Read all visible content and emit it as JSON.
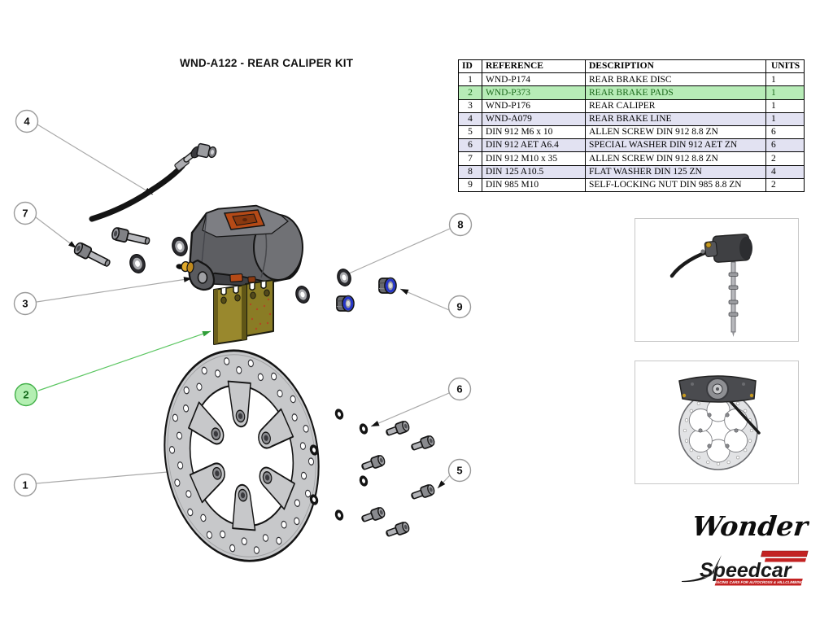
{
  "title": "WND-A122 - REAR CALIPER KIT",
  "parts_table": {
    "headers": [
      "ID",
      "REFERENCE",
      "DESCRIPTION",
      "UNITS"
    ],
    "rows": [
      {
        "id": "1",
        "reference": "WND-P174",
        "description": "REAR BRAKE DISC",
        "units": "1"
      },
      {
        "id": "2",
        "reference": "WND-P373",
        "description": "REAR BRAKE PADS",
        "units": "1"
      },
      {
        "id": "3",
        "reference": "WND-P176",
        "description": "REAR CALIPER",
        "units": "1"
      },
      {
        "id": "4",
        "reference": "WND-A079",
        "description": "REAR BRAKE LINE",
        "units": "1"
      },
      {
        "id": "5",
        "reference": "DIN 912 M6 x 10",
        "description": "ALLEN SCREW DIN 912 8.8 ZN",
        "units": "6"
      },
      {
        "id": "6",
        "reference": "DIN 912 AET A6.4",
        "description": "SPECIAL WASHER DIN 912 AET ZN",
        "units": "6"
      },
      {
        "id": "7",
        "reference": "DIN 912 M10 x 35",
        "description": "ALLEN SCREW DIN 912 8.8 ZN",
        "units": "2"
      },
      {
        "id": "8",
        "reference": "DIN 125 A10.5",
        "description": "FLAT WASHER DIN 125 ZN",
        "units": "4"
      },
      {
        "id": "9",
        "reference": "DIN 985 M10",
        "description": "SELF-LOCKING NUT DIN 985 8.8 ZN",
        "units": "2"
      }
    ],
    "highlighted_row_id": "2"
  },
  "callouts": [
    "1",
    "2",
    "3",
    "4",
    "5",
    "6",
    "7",
    "8",
    "9"
  ],
  "logos": {
    "wonder": "Wonder",
    "speedcar": "Speedcar",
    "speedcar_tagline": "RACING CARS FOR AUTOCROSS & HILLCLIMBING"
  },
  "colors": {
    "highlight_green": "#b7ecb7",
    "alt_row_lavender": "#e2e2f2",
    "callout_green_fill": "#b4efb2",
    "accent_red": "#c32222",
    "pad_gold": "#99882d",
    "caliper_gray": "#5d5e62"
  }
}
